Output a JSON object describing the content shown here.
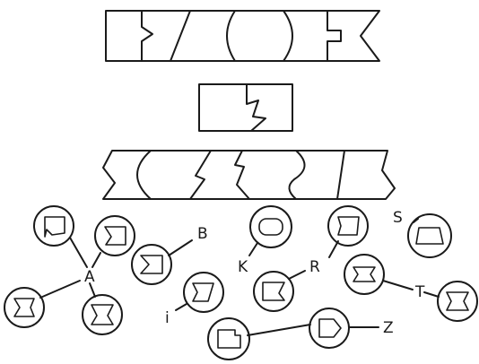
{
  "labels": {
    "a": "A",
    "b": "B",
    "k": "K",
    "r": "R",
    "s": "S",
    "t": "T",
    "i": "i",
    "z": "Z"
  },
  "colors": {
    "ink": "#1a1a1a",
    "paper": "#ffffff"
  }
}
